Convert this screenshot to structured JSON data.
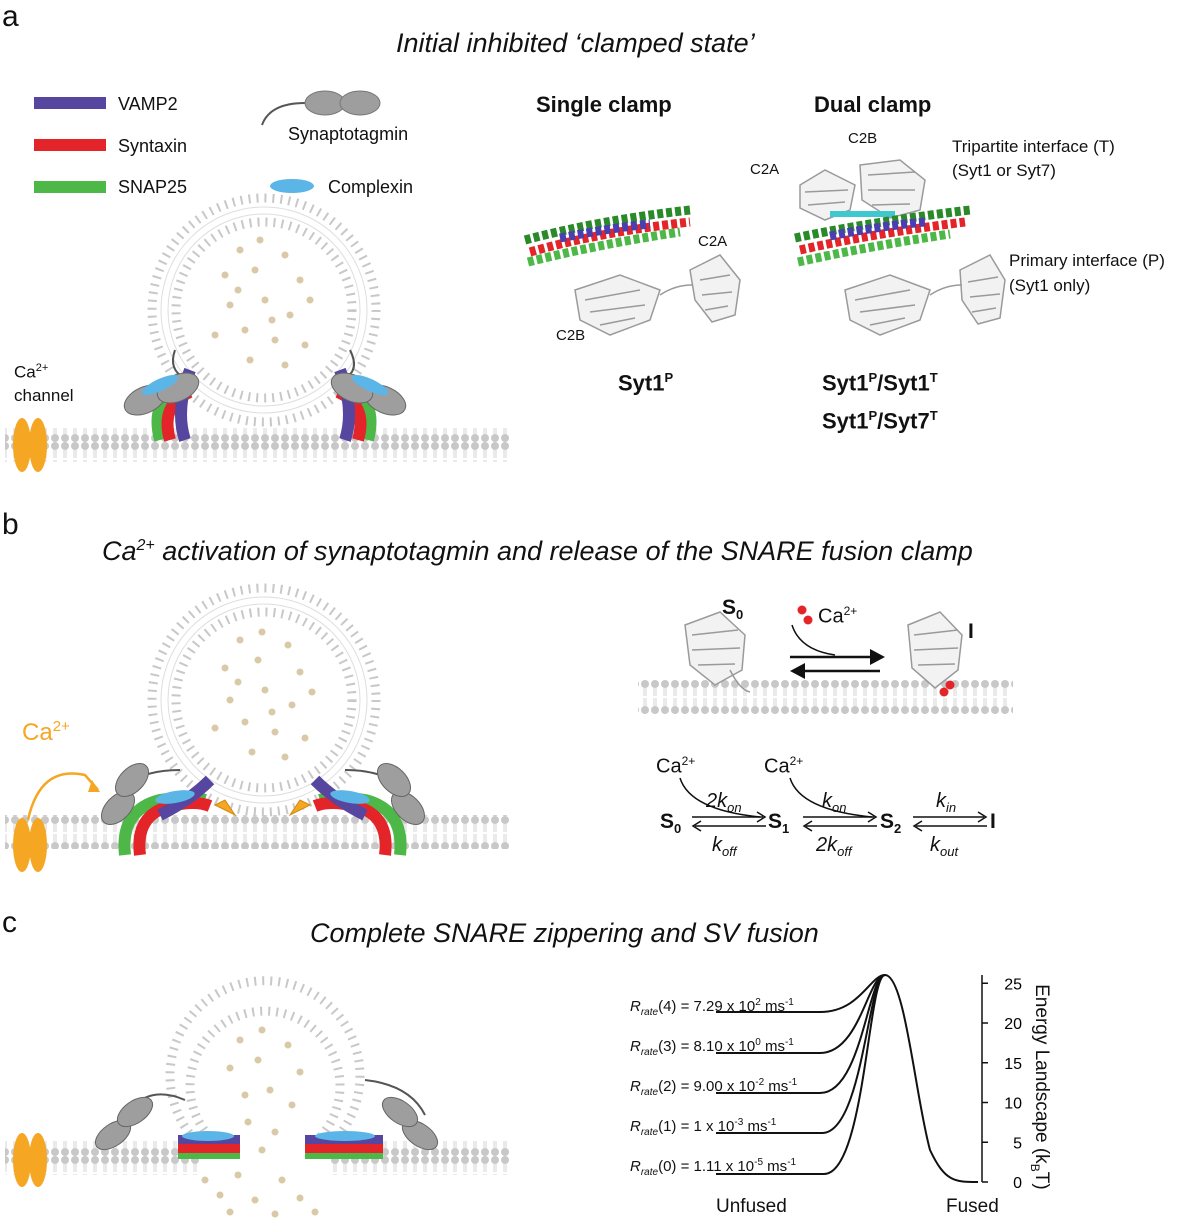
{
  "panels": {
    "a": {
      "letter": "a",
      "title": "Initial inhibited ‘clamped state’",
      "legend": [
        {
          "label": "VAMP2",
          "color": "#5646a0"
        },
        {
          "label": "Syntaxin",
          "color": "#e32428"
        },
        {
          "label": "SNAP25",
          "color": "#4db848"
        },
        {
          "label": "Synaptotagmin",
          "color": "#9e9e9e"
        },
        {
          "label": "Complexin",
          "color": "#5bb5e6"
        }
      ],
      "channel_label_1": "Ca",
      "channel_label_sup": "2+",
      "channel_label_2": "channel",
      "single_clamp": {
        "heading": "Single clamp",
        "c2a": "C2A",
        "c2b": "C2B",
        "caption_main": "Syt1",
        "caption_sup": "P"
      },
      "dual_clamp": {
        "heading": "Dual clamp",
        "c2a": "C2A",
        "c2b": "C2B",
        "tripartite_1": "Tripartite interface (T)",
        "tripartite_2": "(Syt1 or Syt7)",
        "primary_1": "Primary interface (P)",
        "primary_2": "(Syt1 only)",
        "caption1_a": "Syt1",
        "caption1_a_sup": "P",
        "caption1_b": "/Syt1",
        "caption1_b_sup": "T",
        "caption2_a": "Syt1",
        "caption2_a_sup": "P",
        "caption2_b": "/Syt7",
        "caption2_b_sup": "T"
      }
    },
    "b": {
      "letter": "b",
      "title_ca": "Ca",
      "title_sup": "2+",
      "title_rest": " activation of synaptotagmin and release of the SNARE fusion clamp",
      "ca_label": "Ca",
      "ca_sup": "2+",
      "s0_label": "S",
      "s0_sub": "0",
      "i_label": "I",
      "ca_top": "Ca",
      "ca_top_sup": "2+",
      "scheme": {
        "ca1": "Ca",
        "ca1_sup": "2+",
        "ca2": "Ca",
        "ca2_sup": "2+",
        "s0": "S",
        "s0_sub": "0",
        "s1": "S",
        "s1_sub": "1",
        "s2": "S",
        "s2_sub": "2",
        "i": "I",
        "k1_top": "2k",
        "k1_top_sub": "on",
        "k1_bot": "k",
        "k1_bot_sub": "off",
        "k2_top": "k",
        "k2_top_sub": "on",
        "k2_bot": "2k",
        "k2_bot_sub": "off",
        "k3_top": "k",
        "k3_top_sub": "in",
        "k3_bot": "k",
        "k3_bot_sub": "out"
      }
    },
    "c": {
      "letter": "c",
      "title": "Complete SNARE zippering and SV fusion",
      "rates": [
        {
          "n": "4",
          "mant": "7.29 x 10",
          "exp": "2"
        },
        {
          "n": "3",
          "mant": "8.10 x 10",
          "exp": "0"
        },
        {
          "n": "2",
          "mant": "9.00 x 10",
          "exp": "-2"
        },
        {
          "n": "1",
          "mant": "1 x 10",
          "exp": "-3"
        },
        {
          "n": "0",
          "mant": "1.11 x 10",
          "exp": "-5"
        }
      ],
      "rate_symbol": "R",
      "rate_sub": "rate",
      "rate_unit": " ms",
      "rate_unit_sup": "-1",
      "x_left": "Unfused",
      "x_right": "Fused",
      "y_label_main": "Energy Landscape (k",
      "y_label_sub": "B",
      "y_label_end": "T)",
      "y_ticks": [
        "0",
        "5",
        "10",
        "15",
        "20",
        "25"
      ]
    }
  },
  "colors": {
    "vamp2": "#5646a0",
    "syntaxin": "#e32428",
    "snap25": "#4db848",
    "synaptotagmin": "#9e9e9e",
    "complexin": "#5bb5e6",
    "calcium_channel": "#f5a623",
    "membrane": "#c8c8c8",
    "cargo": "#d9c9a8",
    "calcium_ion": "#e32428"
  }
}
